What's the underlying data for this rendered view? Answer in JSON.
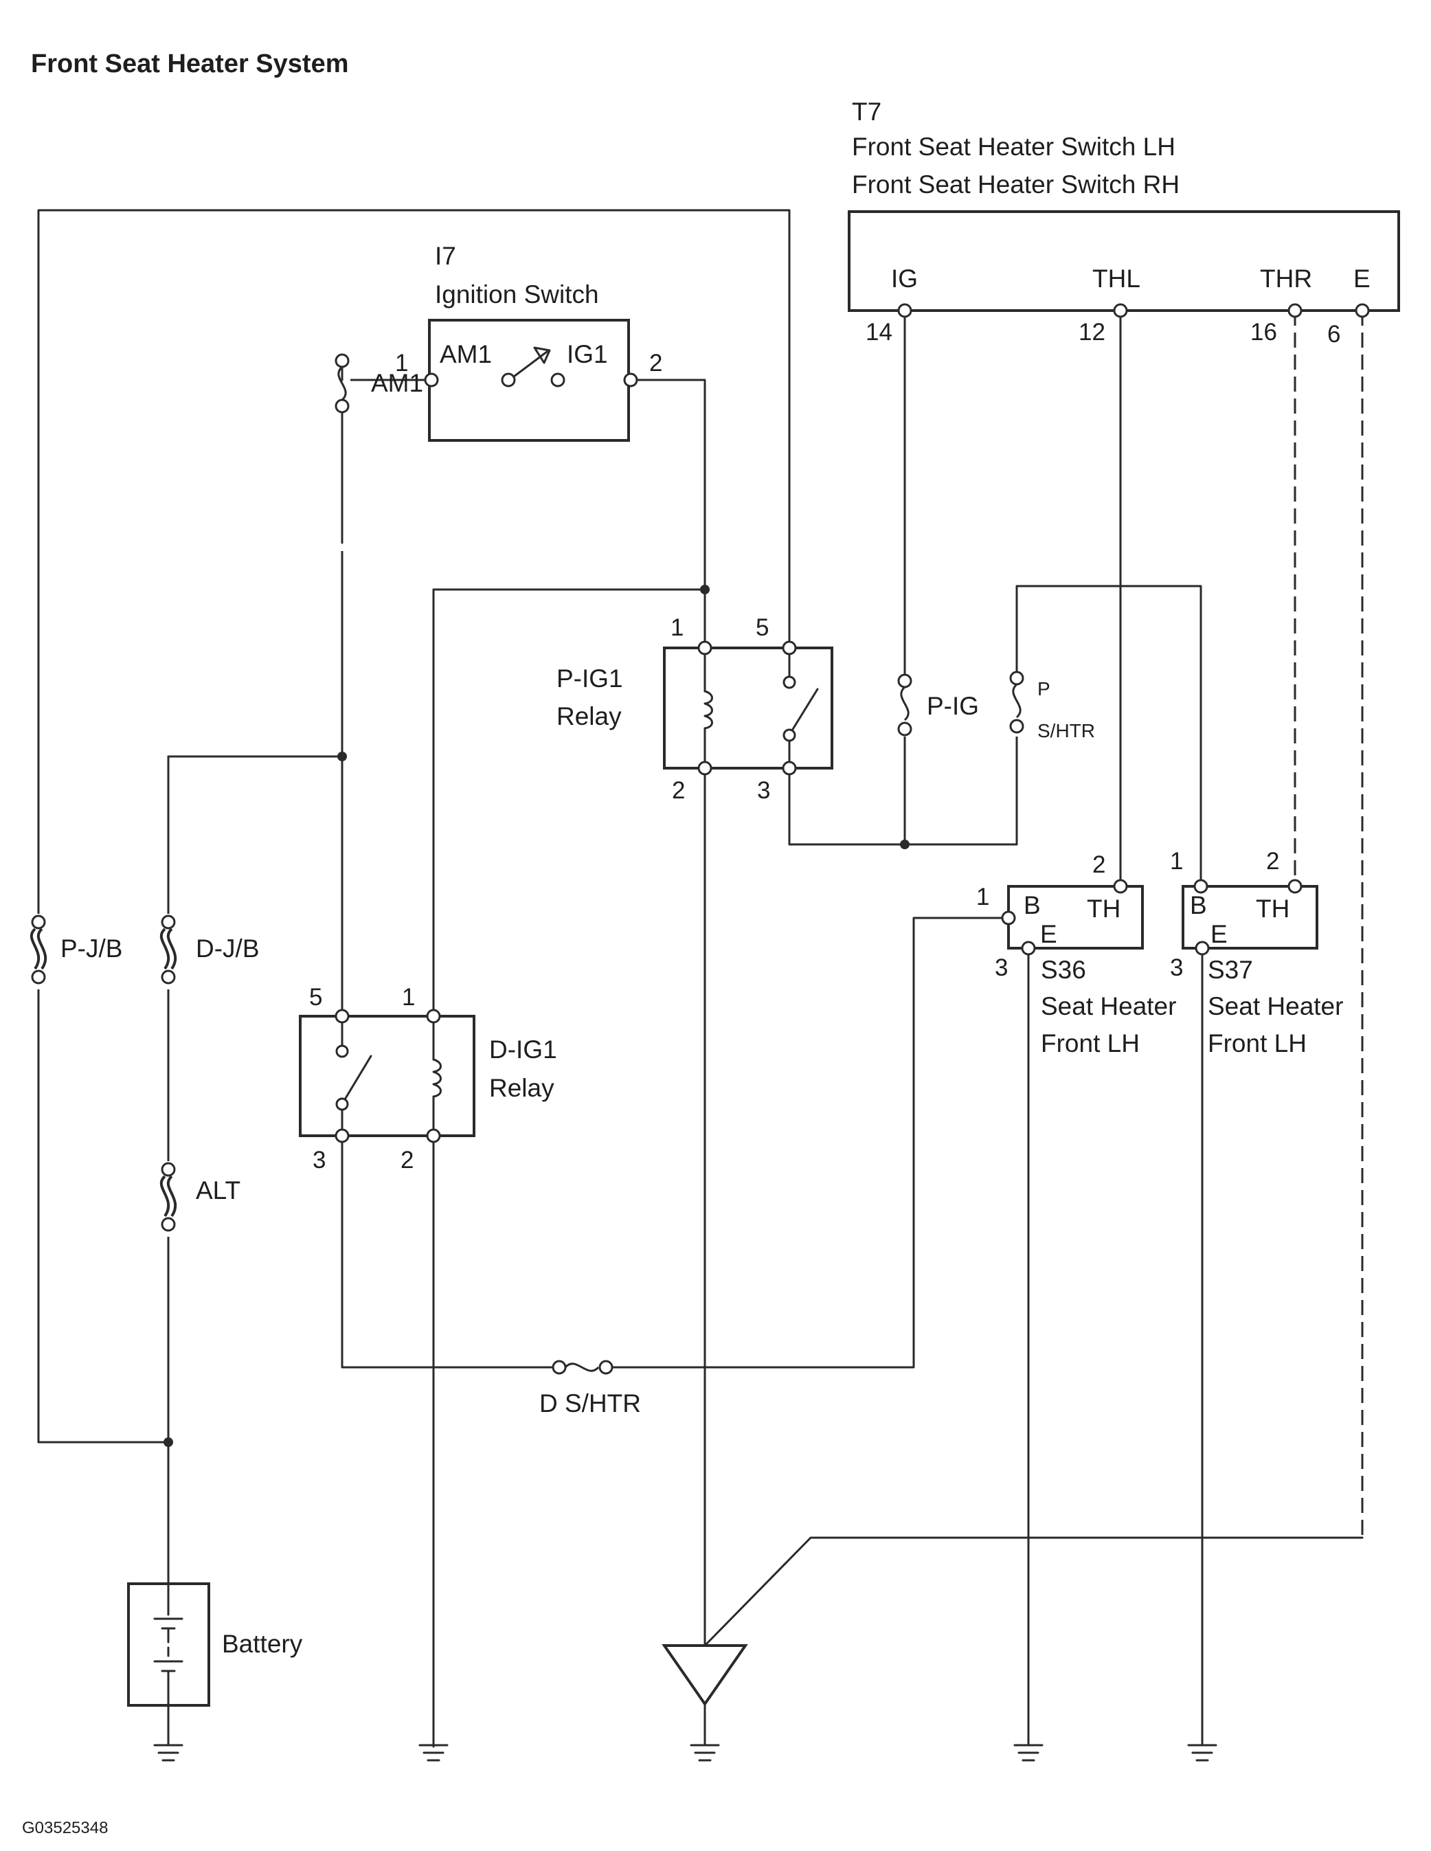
{
  "title": "Front Seat Heater System",
  "figure_code": "G03525348",
  "components": {
    "seat_heater_switch": {
      "id": "T7",
      "name_line1": "Front Seat Heater Switch LH",
      "name_line2": "Front Seat Heater Switch RH",
      "terminals": {
        "ig": "IG",
        "thl": "THL",
        "thr": "THR",
        "e": "E"
      },
      "pins": {
        "ig": "14",
        "thl": "12",
        "thr": "16",
        "e": "6"
      }
    },
    "ignition_switch": {
      "id": "I7",
      "name": "Ignition Switch",
      "terminal_left": "AM1",
      "terminal_right": "IG1",
      "pin_left": "1",
      "pin_right": "2"
    },
    "p_ig1_relay": {
      "name_line1": "P-IG1",
      "name_line2": "Relay",
      "pins": {
        "p1": "1",
        "p5": "5",
        "p2": "2",
        "p3": "3"
      }
    },
    "d_ig1_relay": {
      "name_line1": "D-IG1",
      "name_line2": "Relay",
      "pins": {
        "p5": "5",
        "p1": "1",
        "p3": "3",
        "p2": "2"
      }
    },
    "seat_heater_lh": {
      "id": "S36",
      "name_line1": "Seat Heater",
      "name_line2": "Front LH",
      "terminals": {
        "b": "B",
        "th": "TH",
        "e": "E"
      },
      "pins": {
        "b": "1",
        "th": "2",
        "e": "3"
      }
    },
    "seat_heater_rh": {
      "id": "S37",
      "name_line1": "Seat Heater",
      "name_line2": "Front LH",
      "terminals": {
        "b": "B",
        "th": "TH",
        "e": "E"
      },
      "pins": {
        "b": "1",
        "th": "2",
        "e": "3"
      }
    },
    "battery": {
      "name": "Battery"
    }
  },
  "fuses": {
    "am1": "AM1",
    "p_ig": "P-IG",
    "p_shtr_line1": "P",
    "p_shtr_line2": "S/HTR",
    "p_jb": "P-J/B",
    "d_jb": "D-J/B",
    "alt": "ALT",
    "d_shtr": "D S/HTR"
  }
}
